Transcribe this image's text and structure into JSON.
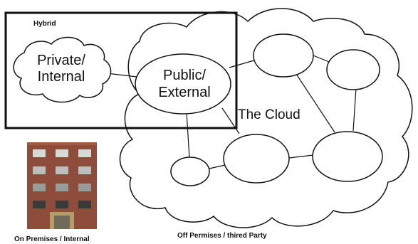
{
  "labels": {
    "hybrid": "Hybrid",
    "private_line1": "Private/",
    "private_line2": "Internal",
    "public_line1": "Public/",
    "public_line2": "External",
    "cloud": "The Cloud",
    "on_premises": "On Premises / Internal",
    "off_premises": "Off Permises / thired Party"
  },
  "colors": {
    "stroke": "#111111",
    "building_brick": "#8e4d3a",
    "building_window": "#cfcfcf",
    "building_door": "#b59d6a"
  },
  "icons": {
    "building": "building-icon"
  }
}
